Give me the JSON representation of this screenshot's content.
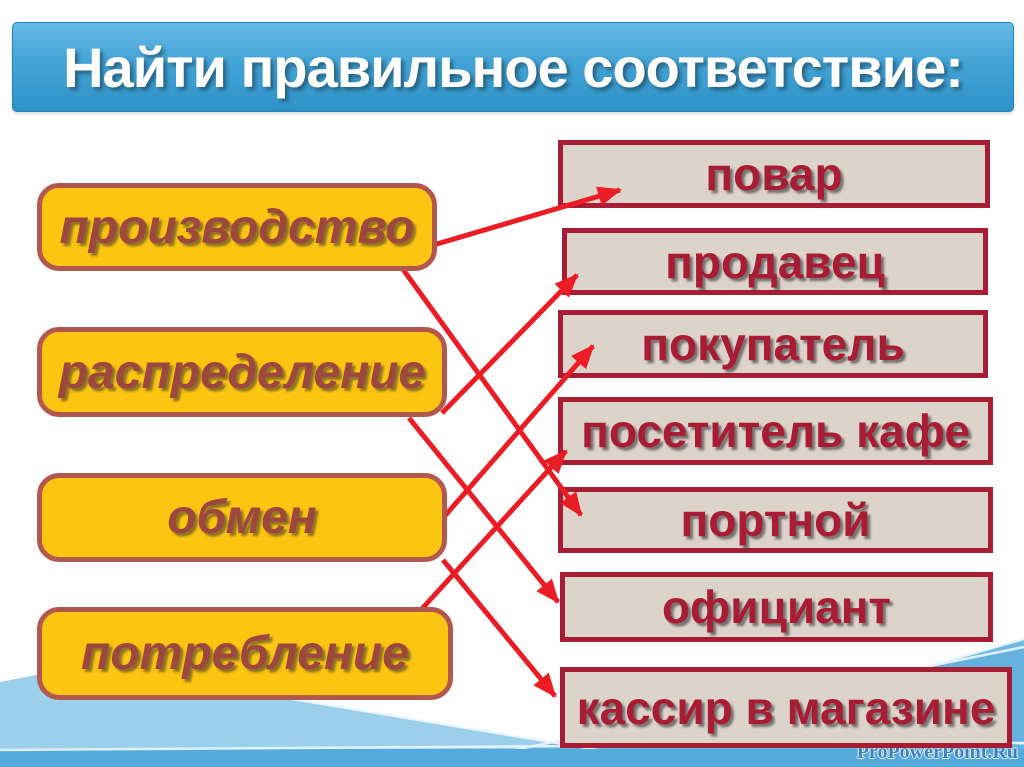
{
  "title": "Найти правильное соответствие:",
  "left_items": [
    {
      "label": "производство"
    },
    {
      "label": "распределение"
    },
    {
      "label": "обмен"
    },
    {
      "label": "потребление"
    }
  ],
  "right_items": [
    {
      "label": "повар"
    },
    {
      "label": "продавец"
    },
    {
      "label": "покупатель"
    },
    {
      "label": "посетитель кафе"
    },
    {
      "label": "портной"
    },
    {
      "label": "официант"
    },
    {
      "label": "кассир в магазине"
    }
  ],
  "connections": [
    {
      "from": "производство",
      "to": "повар"
    },
    {
      "from": "производство",
      "to": "портной"
    },
    {
      "from": "распределение",
      "to": "продавец"
    },
    {
      "from": "распределение",
      "to": "официант"
    },
    {
      "from": "обмен",
      "to": "покупатель"
    },
    {
      "from": "обмен",
      "to": "кассир в магазине"
    },
    {
      "from": "потребление",
      "to": "посетитель кафе"
    }
  ],
  "watermark": "ProPowerPoint.Ru",
  "colors": {
    "banner-top": "#65BAE5",
    "banner-mid": "#43A3D6",
    "banner-bottom": "#2F93C8",
    "banner-text": "#FFFFFF",
    "left-fill": "#FCC511",
    "left-border": "#B3584E",
    "left-text": "#9E473F",
    "right-fill": "#DCD3CB",
    "right-border": "#A81D33",
    "right-text": "#A81D33",
    "arrow-red": "#EC1C24",
    "wave-pale": "#9CCFEA",
    "wave-mid": "#66B2DE",
    "wave-deep": "#55ABDB",
    "wave-sliver": "#6FB9E2",
    "watermark-blue": "#3D7AB8"
  }
}
